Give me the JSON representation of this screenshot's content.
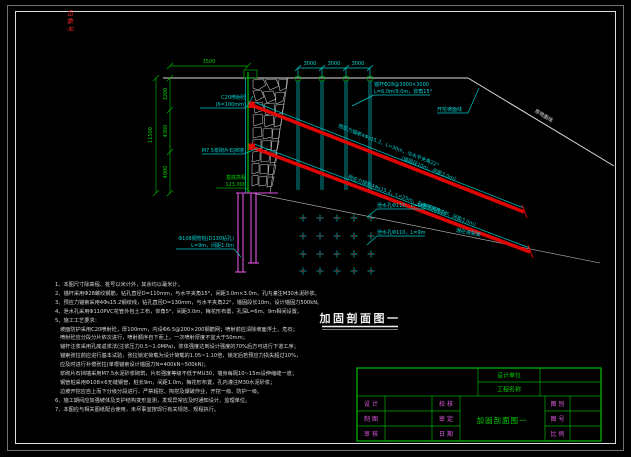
{
  "stamp": {
    "text": "归 档 号"
  },
  "dims": {
    "top_left": "1500",
    "nail_spacing": [
      "3000",
      "3000",
      "3000"
    ],
    "left_segments": [
      "3200",
      "4300",
      "4000"
    ],
    "left_total": "11500"
  },
  "labels": {
    "shotcrete_1": "C20喷射砼",
    "shotcrete_2": "(δ=100mm)",
    "wall": "M7.5浆砌片石挡墙",
    "base_elev_1": "基底高程",
    "base_elev_2": "123.000",
    "pile_1": "Φ108钢管桩(D130钻孔)",
    "pile_2": "L=9m，间距1.0m",
    "nail_1": "锚杆Φ28@3000×3000",
    "nail_2": "L=6.0m/9.0m，仰角15°",
    "slope_line": "开挖坡面线",
    "ground_line": "原地面线",
    "slip_line": "潜在滑裂面",
    "anchor_a1": "预应力锚索4Φs15.2，L=30m，与水平夹角22°",
    "anchor_a2": "(锚固段10m，间距3.0m)",
    "anchor_b1": "预应力锚索4Φs15.2，L=25m，与水平夹角22°",
    "anchor_b2": "(锚固段10m，间距3.0m)",
    "drain_1": "泄水孔Φ110，L=6m",
    "drain_2": "泄水孔Φ110，L=9m"
  },
  "title": {
    "text": "加固剖面图一"
  },
  "notes": {
    "lines": [
      "1、本图尺寸除高程、桩号以米计外，其余均以毫米计。",
      "2、锚杆采用Φ28螺纹钢筋，钻孔直径D=110mm，与水平夹角15°，间距3.0m×3.0m，孔内灌注M30水泥砂浆。",
      "3、预应力锚索采用4Φs15.2钢绞线，钻孔直径D=130mm，与水平夹角22°，锚固段长10m，设计锚固力500kN。",
      "4、泄水孔采用Φ110PVC花管外包土工布，仰角5°，间距3.0m，梅花形布置，孔深L=6m、9m相间设置。",
      "5、施工工艺要求：",
      "   坡面防护采用C20喷射砼，厚100mm，内设Φ6.5@200×200钢筋网；喷射前应清除坡面浮土、危石；",
      "   喷射砼应分段分片依次进行，喷射顺序自下而上，一次喷射厚度不宜大于50mm；",
      "   锚杆注浆采用孔底返浆法(注浆压力0.5~1.0MPa)，浆体强度达到设计强度的70%后方可进行下道工序；",
      "   锚索张拉前应进行基本试验，张拉锁定荷载为设计荷载的1.05~1.10倍，锁定后若预应力损失超过10%，",
      "   应及时进行补偿张拉(单根锚索设计锚固力N=400kN~500kN)；",
      "   浆砌片石挡墙采用M7.5水泥砂浆砌筑，片石强度等级不低于MU30，墙身每隔10~15m设伸缩缝一道；",
      "   钢管桩采用Φ108×6无缝钢管，桩长9m，间距1.0m，梅花形布置，孔内灌注M30水泥砂浆；",
      "   边坡开挖应自上而下分级分段进行，严禁超挖、掏挖及爆破作业，开挖一级、防护一级。",
      "6、施工期间应加强坡体及支护结构变形监测，发现异常应及时通知设计、监理单位。",
      "7、本图应与相关图纸配合使用，未尽事宜按现行有关规范、规程执行。"
    ]
  },
  "titleblock": {
    "unit_label": "设计单位",
    "project_label": "工程名称",
    "left_rows": [
      "设 计",
      "制 图",
      "审 核"
    ],
    "mid_rows": [
      "校 核",
      "审 定",
      "日 期"
    ],
    "right_rows": [
      "图 别",
      "图 号",
      "比 例"
    ],
    "drawing_title": "加固剖面图一"
  }
}
